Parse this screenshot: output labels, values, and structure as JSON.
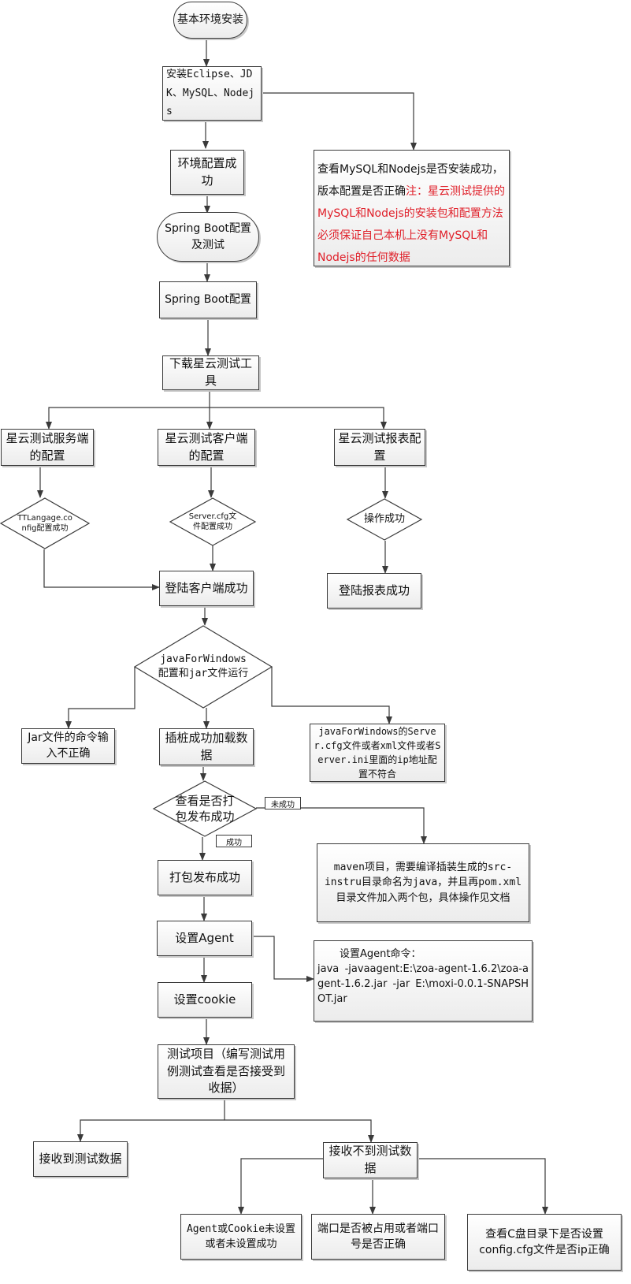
{
  "nodes": {
    "start": "基本环境安装",
    "install": "安装Eclipse、JDK、MySQL、Nodejs",
    "env_ok": "环境配置成功",
    "check_note_a": "查看MySQL和Nodejs是否安装成功，版本配置是否正确",
    "check_note_b": "注：星云测试提供的MySQL和Nodejs的安装包和配置方法必须保证自己本机上没有MySQL和Nodejs的任何数据",
    "spring_test": "Spring Boot配置及测试",
    "spring_cfg": "Spring Boot配置",
    "download": "下载星云测试工具",
    "server_cfg": "星云测试服务端的配置",
    "client_cfg": "星云测试客户端的配置",
    "report_cfg": "星云测试报表配置",
    "tt_ok": "TTLangage.config配置成功",
    "servercfg_ok": "Server.cfg文件配置成功",
    "op_ok": "操作成功",
    "client_login": "登陆客户端成功",
    "report_login": "登陆报表成功",
    "java_run": "javaForWindows配置和jar文件运行",
    "jar_wrong": "Jar文件的命令输入不正确",
    "stub_ok": "插桩成功加载数据",
    "ip_wrong": "javaForWindows的Server.cfg文件或者xml文件或者Server.ini里面的ip地址配置不符合",
    "pack_check": "查看是否打包发布成功",
    "tag_fail": "未成功",
    "tag_ok": "成功",
    "maven_note": "maven项目，需要编译插装生成的src-instru目录命名为java，并且再pom.xml目录文件加入两个包，具体操作见文档",
    "pack_ok": "打包发布成功",
    "set_agent": "设置Agent",
    "agent_cmd_title": "设置Agent命令：",
    "agent_cmd_body": "java -javaagent:E:\\zoa-agent-1.6.2\\zoa-agent-1.6.2.jar -jar E:\\moxi-0.0.1-SNAPSHOT.jar",
    "set_cookie": "设置cookie",
    "test_project": "测试项目（编写测试用例测试查看是否接受到收据）",
    "recv_ok": "接收到测试数据",
    "recv_fail": "接收不到测试数据",
    "agent_cookie": "Agent或Cookie未设置或者未设置成功",
    "port_check": "端口是否被占用或者端口号是否正确",
    "cdisk": "查看C盘目录下是否设置config.cfg文件是否ip正确"
  },
  "colors": {
    "line": "#3a3a3a",
    "note_red": "#e0202a",
    "fill_top": "#ffffff",
    "fill_bottom": "#ececec"
  }
}
